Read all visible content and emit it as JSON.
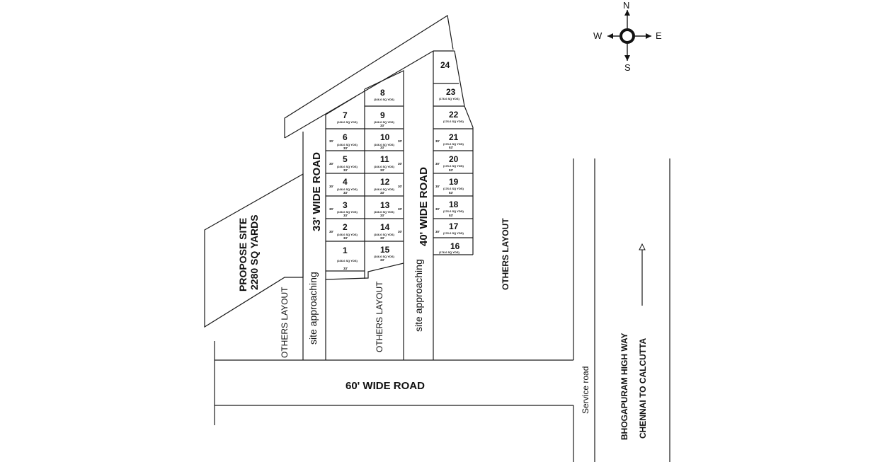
{
  "compass": {
    "north": "N",
    "south": "S",
    "east": "E",
    "west": "W"
  },
  "roads": {
    "wide_60": "60'  WIDE ROAD",
    "wide_33": "33' WIDE ROAD",
    "wide_40": "40' WIDE ROAD",
    "service": "Service road",
    "highway": "BHOGAPURAM HIGH WAY",
    "direction": "CHENNAI  TO  CALCUTTA"
  },
  "labels": {
    "propose_line1": "PROPOSE SITE",
    "propose_line2": "2280 SQ YARDS",
    "others_layout_1": "OTHERS   LAYOUT",
    "others_layout_2": "OTHERS   LAYOUT",
    "others_layout_3": "OTHERS   LAYOUT",
    "site_approaching_1": "site approaching",
    "site_approaching_2": "site approaching"
  },
  "plots": {
    "p1": "1",
    "p2": "2",
    "p3": "3",
    "p4": "4",
    "p5": "5",
    "p6": "6",
    "p7": "7",
    "p8": "8",
    "p9": "9",
    "p10": "10",
    "p11": "11",
    "p12": "12",
    "p13": "13",
    "p14": "14",
    "p15": "15",
    "p16": "16",
    "p17": "17",
    "p18": "18",
    "p19": "19",
    "p20": "20",
    "p21": "21",
    "p22": "22",
    "p23": "23",
    "p24": "24"
  },
  "plot_notes": {
    "area_166": "(166.6 SQ YDS)",
    "area_176": "(176.6 SQ YDS)",
    "dim_33": "33'",
    "dim_30": "30'",
    "dim_53": "53'"
  }
}
